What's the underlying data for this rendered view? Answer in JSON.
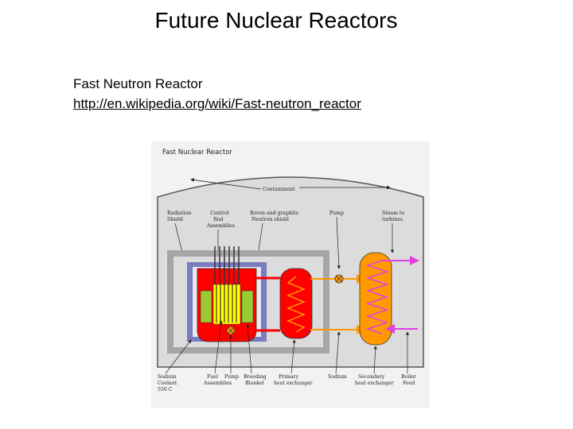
{
  "slide": {
    "title": "Future Nuclear Reactors",
    "subtitle": "Fast Neutron Reactor",
    "link": "http://en.wikipedia.org/wiki/Fast-neutron_reactor"
  },
  "diagram": {
    "title": "Fast Nuclear Reactor",
    "labels": {
      "containment": "Containment",
      "radiation_shield": [
        "Radiation",
        "Shield"
      ],
      "control_rod": [
        "Control",
        "Rod",
        "Assemblies"
      ],
      "boron_graphite": [
        "Boron and graphite",
        "Neutron shield"
      ],
      "pump_top": "Pump",
      "steam_turbine": [
        "Steam to",
        "turbines"
      ],
      "sodium_coolant": [
        "Sodium",
        "Coolant",
        "550 C"
      ],
      "fuel": [
        "Fuel",
        "Assemblies"
      ],
      "pump_bottom": "Pump",
      "breeding": [
        "Breeding",
        "Blanket"
      ],
      "primary_hx": [
        "Primary",
        "heat exchanger"
      ],
      "sodium": "Sodium",
      "secondary_hx": [
        "Secondary",
        "heat exchanger"
      ],
      "boiler_feed": [
        "Boiler",
        "Feed"
      ]
    },
    "colors": {
      "containment": "#dcdcdc",
      "shield": "#7a7cc0",
      "wall": "#a6a6a6",
      "core": "#ff0000",
      "fuel": "#ffff00",
      "blanket": "#99cc33",
      "heat_exchanger": "#ff9900",
      "pipe": "#ff9900",
      "steam": "#e040e0"
    }
  }
}
